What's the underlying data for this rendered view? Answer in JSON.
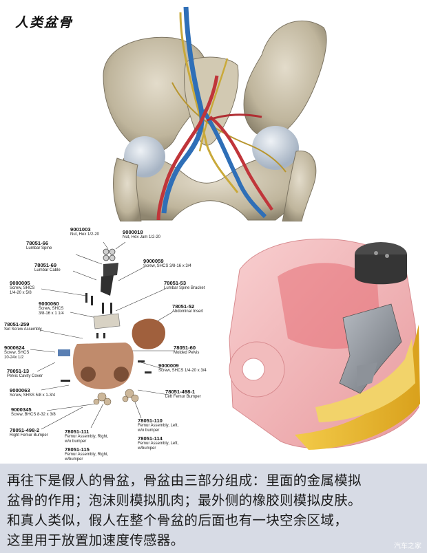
{
  "top": {
    "title": "人类盆骨"
  },
  "parts": [
    {
      "num": "9001003",
      "desc": "Nut, Hex 1/2-20"
    },
    {
      "num": "9000018",
      "desc": "Nut, Hex Jam 1/2-20"
    },
    {
      "num": "78051-66",
      "desc": "Lumbar Spine"
    },
    {
      "num": "78051-69",
      "desc": "Lumbar Cable"
    },
    {
      "num": "9000059",
      "desc": "Screw, SHCS 3/8-16 x 3/4"
    },
    {
      "num": "9000005",
      "desc": "Screw, SHCS\n1/4-20 x 5/8"
    },
    {
      "num": "78051-53",
      "desc": "Lumbar Spine Bracket"
    },
    {
      "num": "9000060",
      "desc": "Screw, SHCS\n3/8-16 x 1 1/4"
    },
    {
      "num": "78051-52",
      "desc": "Abdominal Insert"
    },
    {
      "num": "78051-259",
      "desc": "Set Screw Assembly"
    },
    {
      "num": "78051-60",
      "desc": "Molded Pelvis"
    },
    {
      "num": "9000624",
      "desc": "Screw, SHCS\n10-24x 1/2"
    },
    {
      "num": "9000009",
      "desc": "Screw, SHCS 1/4-20 x 3/4"
    },
    {
      "num": "78051-13",
      "desc": "Pelvic Cavity Cover"
    },
    {
      "num": "78051-498-1",
      "desc": "Left Femur Bumper"
    },
    {
      "num": "9000063",
      "desc": "Screw, SHSS 5/8 x 1-3/4"
    },
    {
      "num": "9000345",
      "desc": "Screw, BHCS 8-32 x 3/8"
    },
    {
      "num": "78051-110",
      "desc": "Femur Assembly, Left,\nw/o bumper"
    },
    {
      "num": "78051-498-2",
      "desc": "Right Femur Bumper"
    },
    {
      "num": "78051-114",
      "desc": "Femur Assembly, Left,\nw/bumper"
    },
    {
      "num": "78051-111",
      "desc": "Femur Assembly, Right,\nw/o bumper"
    },
    {
      "num": "78051-115",
      "desc": "Femur Assembly, Right,\nw/bumper"
    }
  ],
  "caption": {
    "lines": [
      "再往下是假人的骨盆，骨盆由三部分组成：里面的金属模拟",
      "盆骨的作用；泡沫则模拟肌肉；最外侧的橡胶则模拟皮肤。",
      "和真人类似，假人在整个骨盆的后面也有一块空余区域，",
      "这里用于放置加速度传感器。"
    ],
    "watermark": "汽车之家"
  },
  "colors": {
    "caption_bg": "#d7dbe5",
    "bone": "#c9c0a9",
    "artery": "#c0353a",
    "vein": "#2f6fb7",
    "nerve": "#c9a93a",
    "skin": "#f3b5b7",
    "foam": "#e8b52b",
    "pelvis_part": "#b98364"
  }
}
